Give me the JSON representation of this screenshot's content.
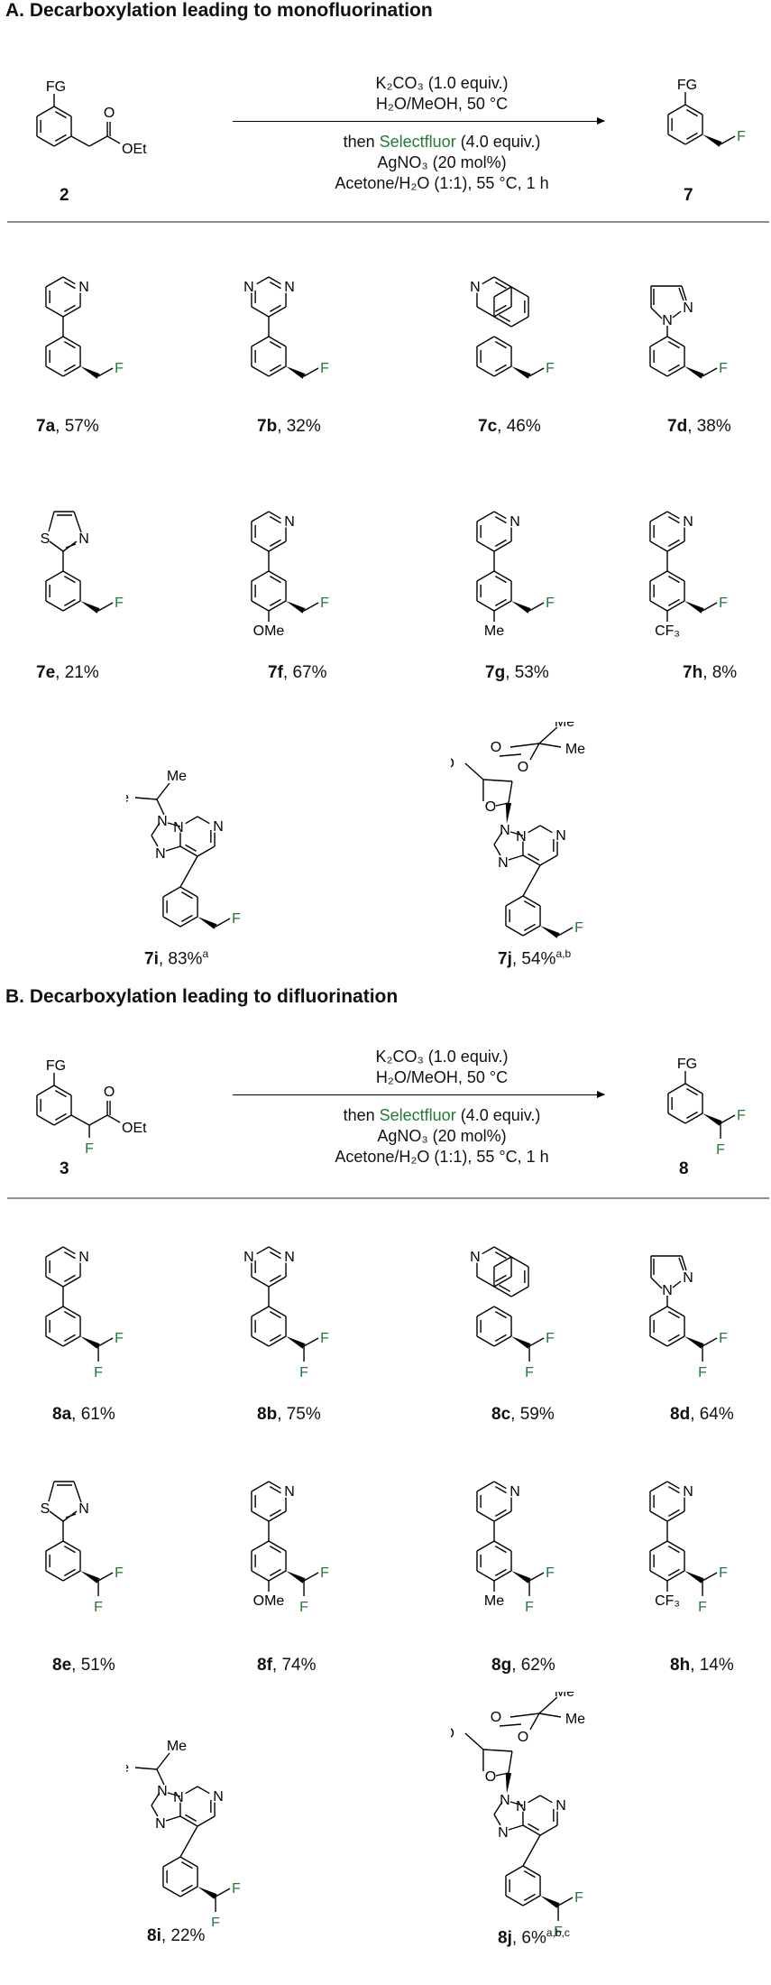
{
  "sectionA": {
    "title": "A. Decarboxylation leading to monofluorination",
    "conditions": {
      "line1": "K₂CO₃ (1.0 equiv.)",
      "line2": "H₂O/MeOH, 50 °C",
      "line3_pre": "then ",
      "line3_reagent": "Selectfluor",
      "line3_post": " (4.0 equiv.)",
      "line4": "AgNO₃ (20 mol%)",
      "line5": "Acetone/H₂O (1:1), 55 °C, 1 h"
    },
    "substrate_label": "2",
    "product_label": "7",
    "products": [
      {
        "id": "7a",
        "yield": ", 57%",
        "sup": ""
      },
      {
        "id": "7b",
        "yield": ", 32%",
        "sup": ""
      },
      {
        "id": "7c",
        "yield": ", 46%",
        "sup": ""
      },
      {
        "id": "7d",
        "yield": ", 38%",
        "sup": ""
      },
      {
        "id": "7e",
        "yield": ", 21%",
        "sup": ""
      },
      {
        "id": "7f",
        "yield": ", 67%",
        "sup": ""
      },
      {
        "id": "7g",
        "yield": ", 53%",
        "sup": ""
      },
      {
        "id": "7h",
        "yield": ", 8%",
        "sup": ""
      },
      {
        "id": "7i",
        "yield": ", 83%",
        "sup": "a"
      },
      {
        "id": "7j",
        "yield": ", 54%",
        "sup": "a,b"
      }
    ]
  },
  "sectionB": {
    "title": "B. Decarboxylation leading to difluorination",
    "conditions": {
      "line1": "K₂CO₃ (1.0 equiv.)",
      "line2": "H₂O/MeOH, 50 °C",
      "line3_pre": "then ",
      "line3_reagent": "Selectfluor",
      "line3_post": " (4.0 equiv.)",
      "line4": "AgNO₃ (20 mol%)",
      "line5": "Acetone/H₂O (1:1), 55 °C, 1 h"
    },
    "substrate_label": "3",
    "product_label": "8",
    "products": [
      {
        "id": "8a",
        "yield": ", 61%",
        "sup": ""
      },
      {
        "id": "8b",
        "yield": ", 75%",
        "sup": ""
      },
      {
        "id": "8c",
        "yield": ", 59%",
        "sup": ""
      },
      {
        "id": "8d",
        "yield": ", 64%",
        "sup": ""
      },
      {
        "id": "8e",
        "yield": ", 51%",
        "sup": ""
      },
      {
        "id": "8f",
        "yield": ", 74%",
        "sup": ""
      },
      {
        "id": "8g",
        "yield": ", 62%",
        "sup": ""
      },
      {
        "id": "8h",
        "yield": ", 14%",
        "sup": ""
      },
      {
        "id": "8i",
        "yield": ", 22%",
        "sup": ""
      },
      {
        "id": "8j",
        "yield": ", 6%",
        "sup": "a,b,c"
      }
    ]
  },
  "atoms": {
    "FG": "FG",
    "O": "O",
    "OEt": "OEt",
    "F": "F",
    "N": "N",
    "S": "S",
    "OMe": "OMe",
    "Me": "Me",
    "CF3": "CF₃",
    "HO": "HO"
  },
  "colors": {
    "fluorine": "#237a37",
    "reagent": "#237a37",
    "rule": "#8f8f8f"
  }
}
